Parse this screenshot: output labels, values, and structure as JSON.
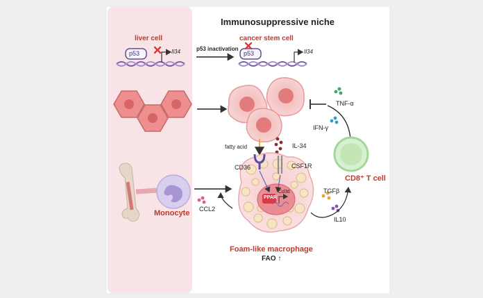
{
  "title": "Immunosuppressive niche",
  "liver_cell": {
    "label": "liver cell",
    "protein": "p53",
    "gene": "Il34"
  },
  "cancer_stem_cell": {
    "label": "cancer stem cell",
    "protein": "p53",
    "gene": "Il34"
  },
  "p53_inactivation": "p53 inactivation",
  "cytokines": {
    "tnf": "TNF-α",
    "ifn": "IFN-γ",
    "il34": "IL-34",
    "ccl2": "CCL2",
    "tgfb": "TGFβ",
    "il10": "IL10"
  },
  "receptors": {
    "cd36": "CD36",
    "csf1r": "CSF1R"
  },
  "fatty_acid": "fatty acid",
  "nucleus": {
    "ppar": "PPAR",
    "cd36_gene": "Cd36"
  },
  "cd8_t_cell": "CD8⁺ T cell",
  "monocyte": "Monocyte",
  "macrophage": {
    "label": "Foam-like macrophage",
    "fao": "FAO ↑"
  }
}
